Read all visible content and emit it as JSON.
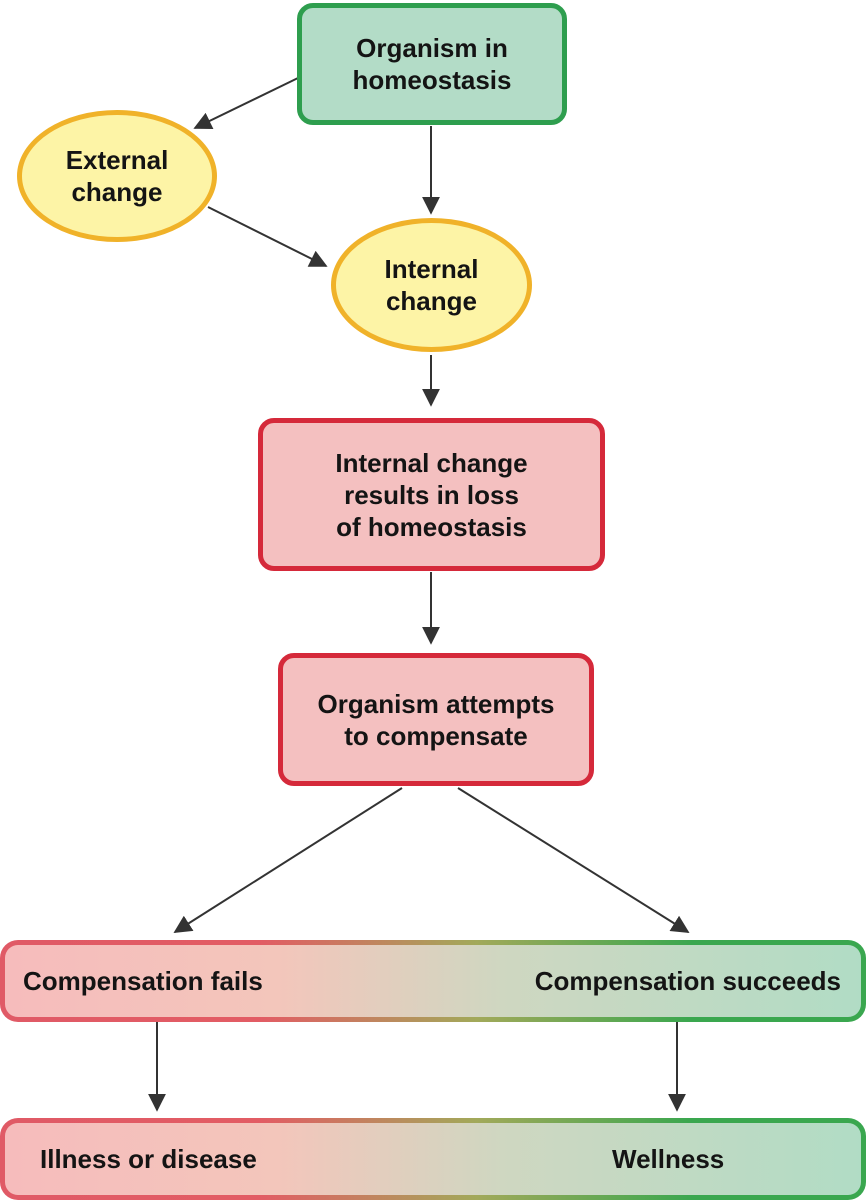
{
  "nodes": {
    "homeostasis": "Organism in\nhomeostasis",
    "external_change": "External\nchange",
    "internal_change": "Internal\nchange",
    "loss_of_homeostasis": "Internal change\nresults in loss\nof homeostasis",
    "compensate": "Organism attempts\nto compensate"
  },
  "outcome_bar": {
    "left": "Compensation fails",
    "right": "Compensation succeeds"
  },
  "result_bar": {
    "left": "Illness or disease",
    "right": "Wellness"
  },
  "colors": {
    "green_border": "#2e9e4e",
    "green_fill": "#b3dcc7",
    "red_border": "#d5293a",
    "red_fill": "#f4c0c0",
    "yellow_border": "#f0b229",
    "yellow_fill": "#fdf4a6"
  }
}
